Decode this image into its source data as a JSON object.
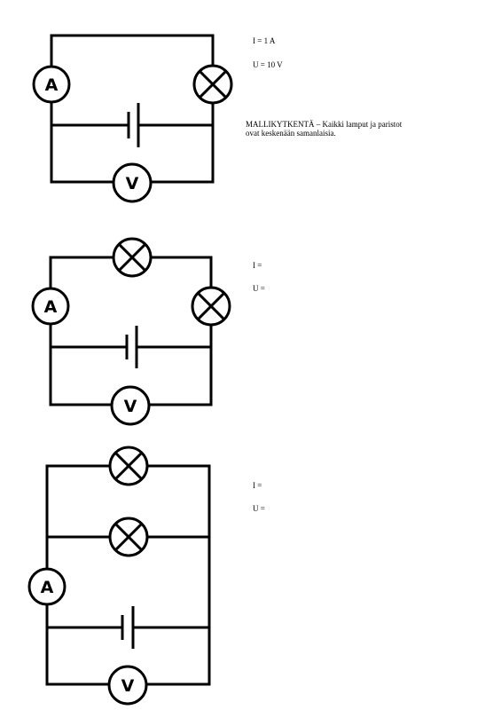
{
  "meters": {
    "ammeter_symbol": "A",
    "voltmeter_symbol": "V"
  },
  "circuits": [
    {
      "current": "I = 1 A",
      "voltage": "U = 10 V",
      "note_line1": "MALLIKYTKENTÄ – Kaikki lamput ja paristot",
      "note_line2": "ovat keskenään samanlaisia."
    },
    {
      "current": "I =",
      "voltage": "U ="
    },
    {
      "current": "I =",
      "voltage": "U ="
    }
  ],
  "icons": [
    "lamp-icon",
    "battery-icon",
    "ammeter-icon",
    "voltmeter-icon"
  ],
  "colors": {
    "ink": "#000000",
    "paper": "#ffffff"
  }
}
